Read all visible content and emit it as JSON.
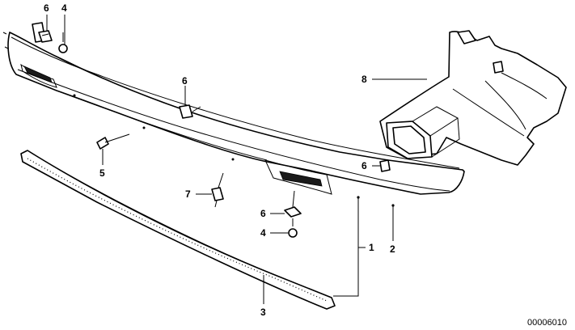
{
  "callouts": {
    "c1": "1",
    "c2": "2",
    "c3": "3",
    "c4_top": "4",
    "c4_bottom": "4",
    "c5": "5",
    "c6_top": "6",
    "c6_center": "6",
    "c6_right": "6",
    "c6_bottom": "6",
    "c7": "7",
    "c8": "8"
  },
  "diagram_code": "00006010"
}
